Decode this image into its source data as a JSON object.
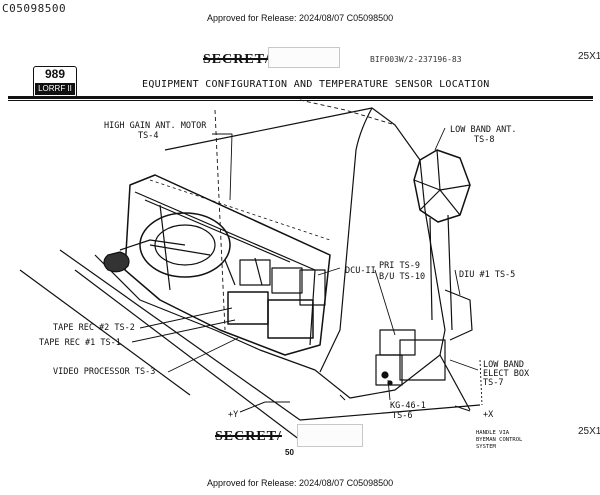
{
  "doc_id": "C05098500",
  "approved_top": "Approved for Release: 2024/08/07 C05098500",
  "approved_bottom": "Approved for Release: 2024/08/07 C05098500",
  "classification_top": "SECRET/",
  "classification_bottom": "SECRET/",
  "redaction_code_top": "25X1",
  "redaction_code_bottom": "25X1",
  "ref_number": "BIF003W/2-237196-83",
  "logo": {
    "number": "989",
    "subtitle": "LORRF II"
  },
  "title": "EQUIPMENT CONFIGURATION AND TEMPERATURE SENSOR LOCATION",
  "page_number": "50",
  "handling": {
    "line1": "HANDLE VIA",
    "line2": "BYEMAN CONTROL",
    "line3": "SYSTEM"
  },
  "labels": {
    "high_gain_1": "HIGH GAIN ANT. MOTOR",
    "high_gain_2": "TS-4",
    "low_band_ant_1": "LOW BAND ANT.",
    "low_band_ant_2": "TS-8",
    "dcu": "DCU-II",
    "pri_1": "PRI TS-9",
    "pri_2": "B/U TS-10",
    "diu": "DIU #1 TS-5",
    "tape2": "TAPE REC #2  TS-2",
    "tape1": "TAPE REC #1  TS-1",
    "video": "VIDEO PROCESSOR TS-3",
    "lowband_elec_1": "LOW BAND",
    "lowband_elec_2": "ELECT BOX",
    "lowband_elec_3": "TS-7",
    "kg_1": "KG-46-1",
    "kg_2": "TS-6",
    "plus_y": "+Y",
    "plus_x": "+X"
  }
}
